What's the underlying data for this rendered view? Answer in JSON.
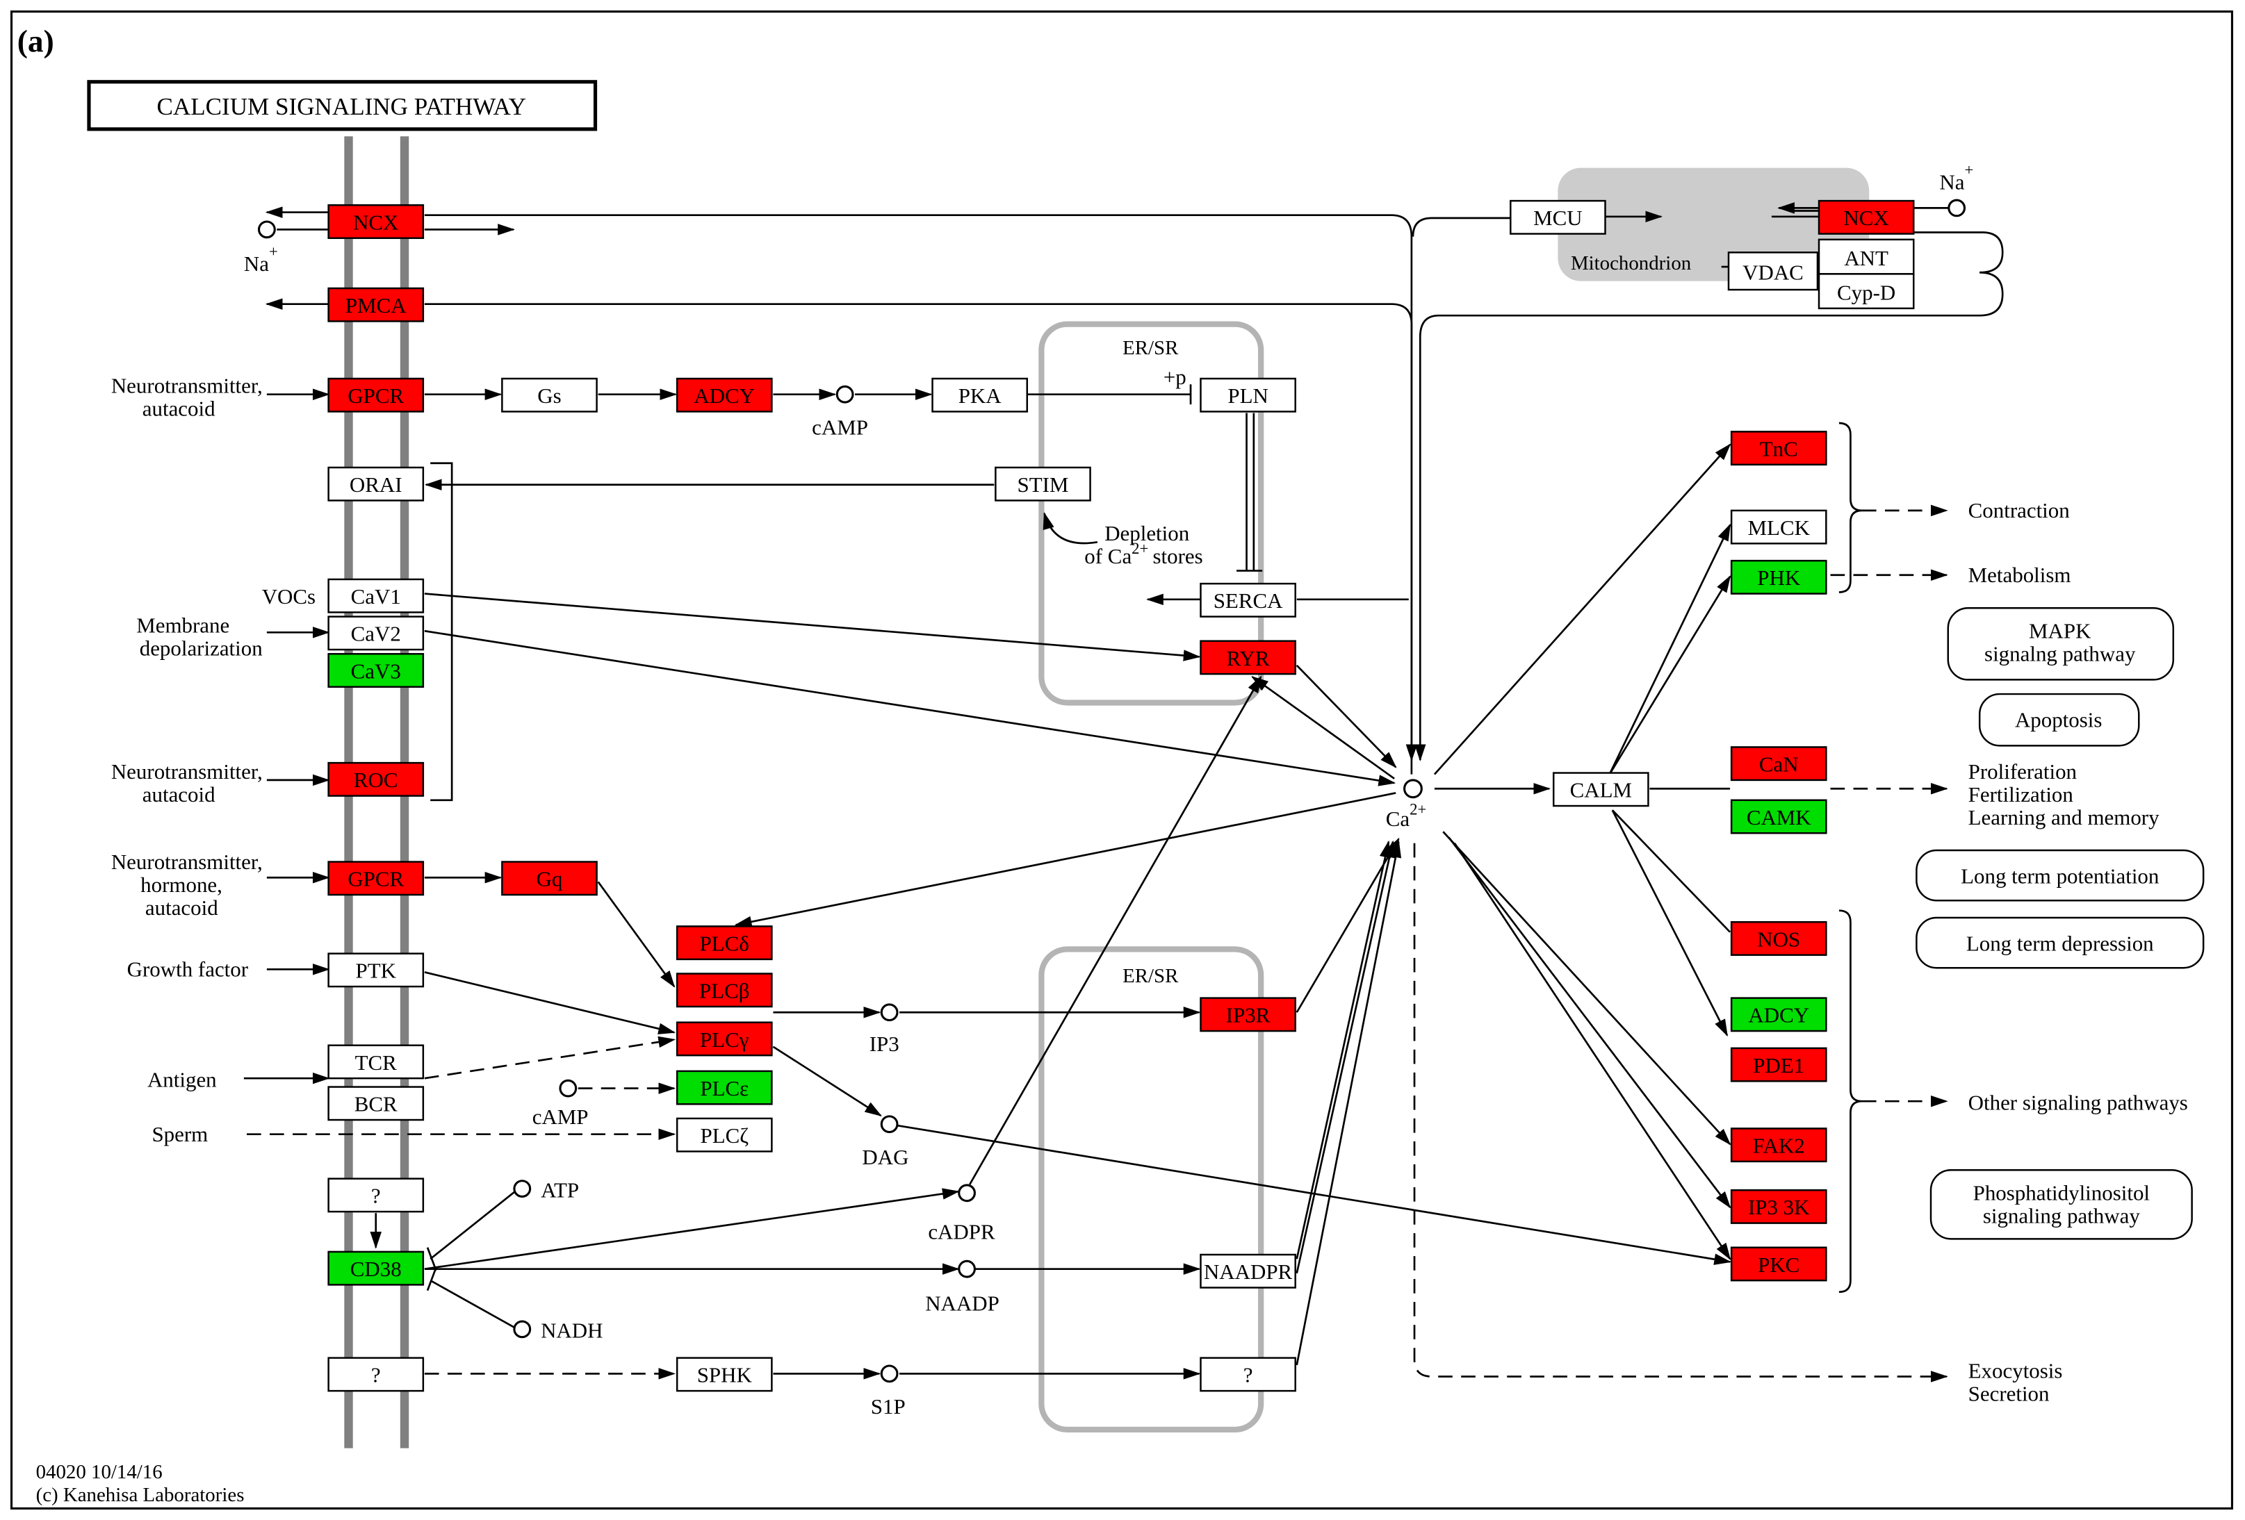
{
  "panel_label": "(a)",
  "title": "CALCIUM SIGNALING PATHWAY",
  "footer": {
    "id_date": "04020 10/14/16",
    "copyright": "(c) Kanehisa Laboratories"
  },
  "colors": {
    "up": "#ff0000",
    "down": "#00dd00",
    "neutral": "#ffffff",
    "membrane": "#808080",
    "er_box": "#b4b4b4",
    "mito": "#cccccc"
  },
  "compartments": {
    "er_top": "ER/SR",
    "er_bottom": "ER/SR",
    "mitochondrion": "Mitochondrion"
  },
  "nodes": {
    "ncx_left": "NCX",
    "pmca": "PMCA",
    "gpcr1": "GPCR",
    "gs": "Gs",
    "adcy1": "ADCY",
    "pka": "PKA",
    "pln": "PLN",
    "orai": "ORAI",
    "stim": "STIM",
    "cav1": "CaV1",
    "cav2": "CaV2",
    "cav3": "CaV3",
    "serca": "SERCA",
    "ryr": "RYR",
    "roc": "ROC",
    "gpcr2": "GPCR",
    "gq": "Gq",
    "plcd": "PLCδ",
    "plcb": "PLCβ",
    "plcg": "PLCγ",
    "plce": "PLCε",
    "plcz": "PLCζ",
    "ptk": "PTK",
    "tcr": "TCR",
    "bcr": "BCR",
    "ip3r": "IP3R",
    "q1": "?",
    "cd38": "CD38",
    "naadpr": "NAADPR",
    "q2": "?",
    "sphk": "SPHK",
    "q3": "?",
    "mcu": "MCU",
    "ncx_mito": "NCX",
    "vdac": "VDAC",
    "ant": "ANT",
    "cypd": "Cyp-D",
    "calm": "CALM",
    "tnc": "TnC",
    "mlck": "MLCK",
    "phk": "PHK",
    "can": "CaN",
    "camk": "CAMK",
    "nos": "NOS",
    "adcy2": "ADCY",
    "pde1": "PDE1",
    "fak2": "FAK2",
    "ip33k": "IP3 3K",
    "pkc": "PKC"
  },
  "compounds": {
    "na_left": "Na",
    "na_right": "Na",
    "camp1": "cAMP",
    "camp2": "cAMP",
    "ip3": "IP3",
    "dag": "DAG",
    "cadpr": "cADPR",
    "naadp": "NAADP",
    "atp": "ATP",
    "nadh": "NADH",
    "s1p": "S1P",
    "ca": "Ca"
  },
  "labels": {
    "neurotransmitter1_l1": "Neurotransmitter,",
    "neurotransmitter1_l2": "autacoid",
    "vocs": "VOCs",
    "membrane_l1": "Membrane",
    "membrane_l2": "depolarization",
    "neurotransmitter2_l1": "Neurotransmitter,",
    "neurotransmitter2_l2": "autacoid",
    "neurotransmitter3_l1": "Neurotransmitter,",
    "neurotransmitter3_l2": "hormone,",
    "neurotransmitter3_l3": "autacoid",
    "growth_factor": "Growth factor",
    "antigen": "Antigen",
    "sperm": "Sperm",
    "depletion_l1": "Depletion",
    "depletion_l2": "of Ca",
    "depletion_l3": "stores",
    "plus_p": "+p"
  },
  "outputs": {
    "contraction": "Contraction",
    "metabolism": "Metabolism",
    "proliferation": "Proliferation",
    "fertilization": "Fertilization",
    "learning": "Learning and memory",
    "other": "Other signaling pathways",
    "exocytosis": "Exocytosis",
    "secretion": "Secretion"
  },
  "pathways": {
    "mapk_l1": "MAPK",
    "mapk_l2": "signalng pathway",
    "apoptosis": "Apoptosis",
    "ltp": "Long term potentiation",
    "ltd": "Long term depression",
    "phos_l1": "Phosphatidylinositol",
    "phos_l2": "signaling pathway"
  }
}
